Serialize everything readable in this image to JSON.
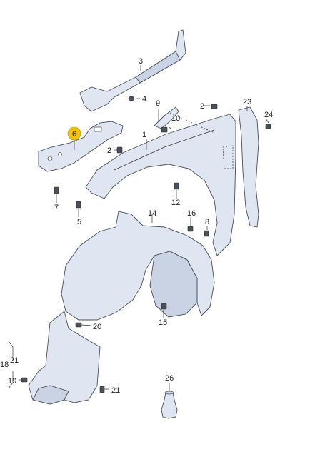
{
  "callouts": {
    "c1": "1",
    "c2a": "2",
    "c2b": "2",
    "c3": "3",
    "c4": "4",
    "c5": "5",
    "c6": "6",
    "c7": "7",
    "c8": "8",
    "c9": "9",
    "c10": "10",
    "c12": "12",
    "c14": "14",
    "c15": "15",
    "c16": "16",
    "c18": "18",
    "c19": "19",
    "c20": "20",
    "c21a": "21",
    "c21b": "21",
    "c23": "23",
    "c24": "24",
    "c26": "26"
  },
  "colors": {
    "highlight_badge": "#f2c200",
    "part_fill": "#dfe6f1",
    "outline": "#4a4f57"
  }
}
